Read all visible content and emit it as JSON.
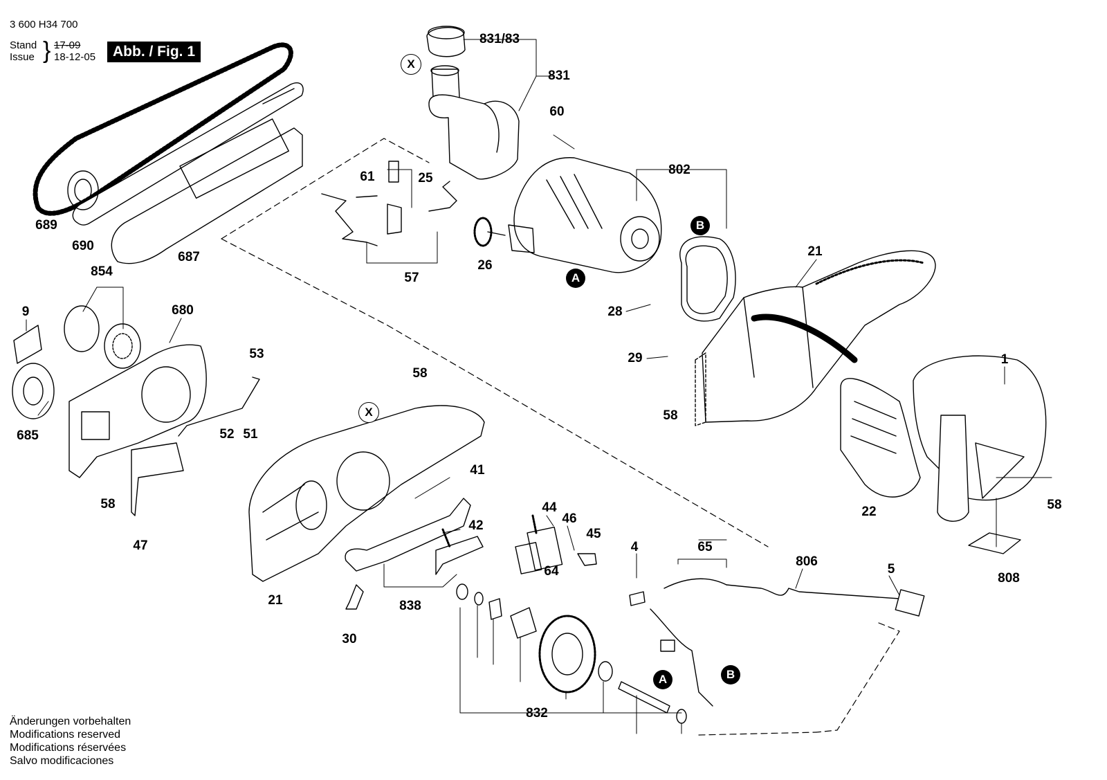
{
  "header": {
    "doc_number": "3 600 H34 700",
    "stand_label": "Stand",
    "issue_label": "Issue",
    "stand_value": "17-09",
    "issue_value": "18-12-05",
    "figure_label": "Abb. / Fig. 1"
  },
  "footer_notes": [
    "Änderungen vorbehalten",
    "Modifications reserved",
    "Modifications réservées",
    "Salvo modificaciones"
  ],
  "markers": {
    "A": "A",
    "B": "B",
    "X": "X"
  },
  "part_numbers": [
    "831/83",
    "831",
    "60",
    "802",
    "61",
    "25",
    "689",
    "690",
    "687",
    "57",
    "26",
    "854",
    "9",
    "680",
    "685",
    "53",
    "58",
    "52",
    "51",
    "47",
    "21",
    "41",
    "44",
    "46",
    "45",
    "42",
    "64",
    "838",
    "30",
    "28",
    "29",
    "1",
    "22",
    "808",
    "4",
    "65",
    "806",
    "5",
    "832"
  ]
}
